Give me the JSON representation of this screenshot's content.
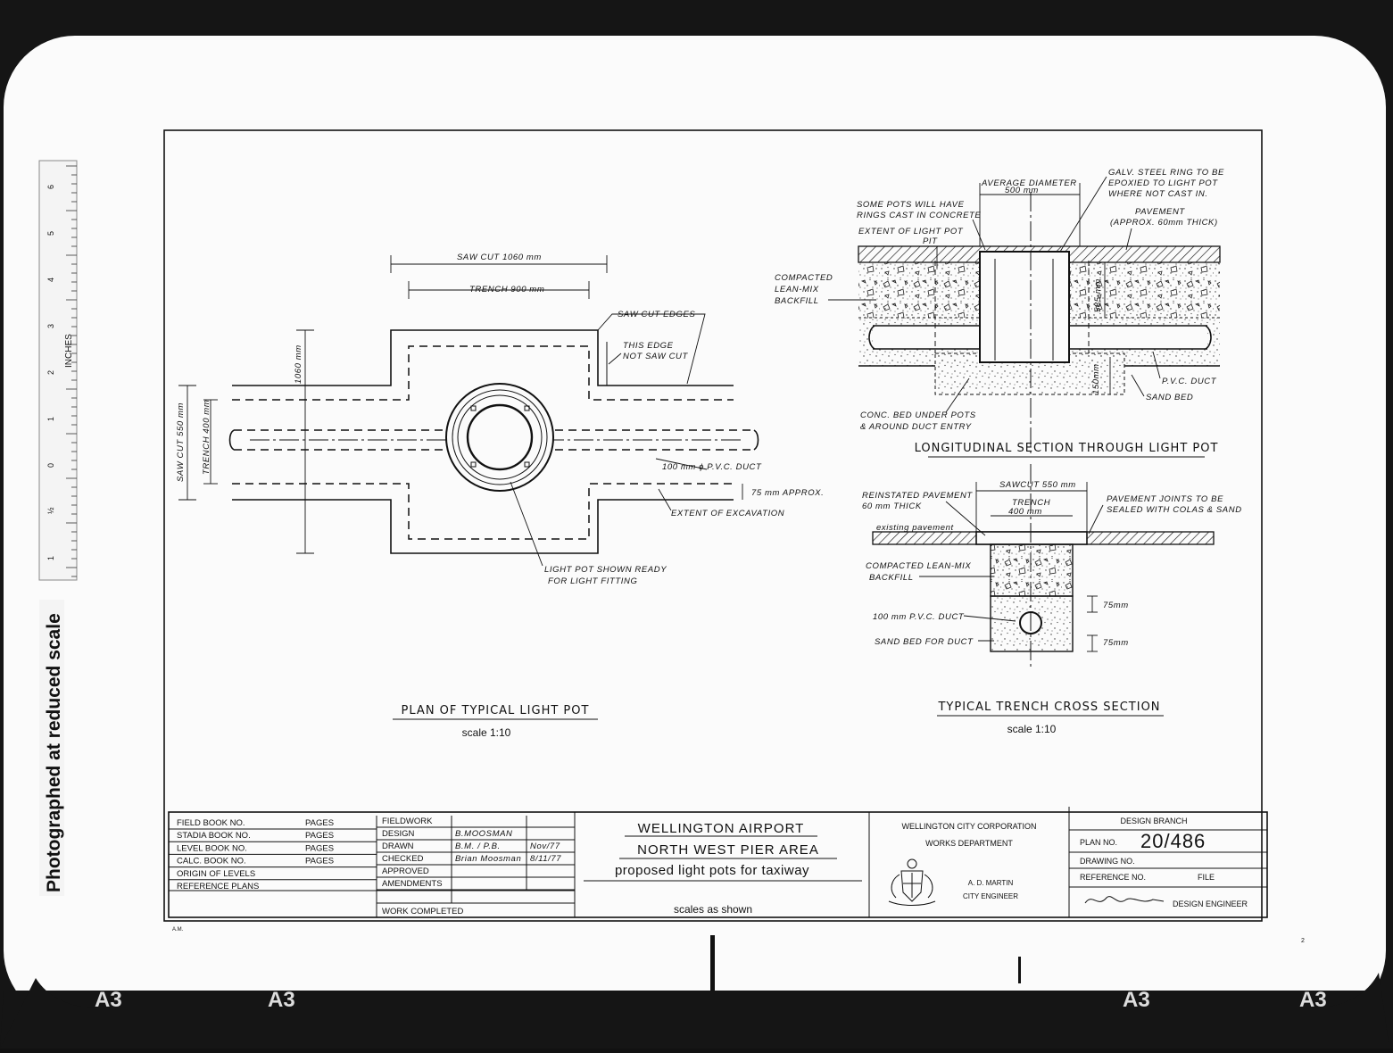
{
  "margin_text": {
    "vertical_caption": "Photographed at reduced scale",
    "ruler_unit": "INCHES",
    "ruler_numbers": [
      "6",
      "5",
      "4",
      "3",
      "2",
      "1",
      "0",
      "½",
      "1"
    ],
    "sheet_marks": [
      "A3",
      "A3",
      "A3",
      "A3"
    ],
    "initials": "A.M.",
    "corner_number": "2"
  },
  "plan_view": {
    "title": "PLAN OF TYPICAL LIGHT POT",
    "scale": "scale 1:10",
    "labels": {
      "saw_cut_1060": "SAW CUT 1060 mm",
      "trench_900": "TRENCH 900 mm",
      "saw_cut_edges": "SAW CUT EDGES",
      "edge_not_cut_1": "THIS EDGE",
      "edge_not_cut_2": "NOT SAW CUT",
      "dim_1060": "1060 mm",
      "saw_cut_550": "SAW CUT 550 mm",
      "trench_400": "TRENCH 400 mm",
      "duct": "100 mm ϕ P.V.C. DUCT",
      "approx_75": "75 mm APPROX.",
      "excavation": "EXTENT OF EXCAVATION",
      "ready_1": "LIGHT POT SHOWN READY",
      "ready_2": "FOR LIGHT FITTING"
    }
  },
  "long_section": {
    "title": "LONGITUDINAL SECTION THROUGH LIGHT POT",
    "labels": {
      "avg_dia_1": "AVERAGE DIAMETER",
      "avg_dia_2": "500 mm",
      "galv_1": "GALV. STEEL RING TO BE",
      "galv_2": "EPOXIED TO LIGHT POT",
      "galv_3": "WHERE NOT CAST IN.",
      "pavement_1": "PAVEMENT",
      "pavement_2": "(APPROX. 60mm THICK)",
      "rings_1": "SOME POTS WILL HAVE",
      "rings_2": "RINGS CAST IN CONCRETE",
      "extent_1": "EXTENT OF LIGHT POT",
      "extent_2": "PIT",
      "compacted_1": "COMPACTED",
      "compacted_2": "LEAN-MIX",
      "compacted_3": "BACKFILL",
      "dim_585": "585 mm",
      "dim_150": "150mm",
      "pvc": "P.V.C. DUCT",
      "sand": "SAND BED",
      "conc_1": "CONC. BED UNDER POTS",
      "conc_2": "& AROUND DUCT ENTRY"
    }
  },
  "cross_section": {
    "title": "TYPICAL TRENCH CROSS SECTION",
    "scale": "scale 1:10",
    "labels": {
      "sawcut": "SAWCUT 550 mm",
      "trench_1": "TRENCH",
      "trench_2": "400 mm",
      "reinst_1": "REINSTATED PAVEMENT",
      "reinst_2": "60 mm THICK",
      "joints_1": "PAVEMENT JOINTS TO BE",
      "joints_2": "SEALED WITH COLAS & SAND",
      "existing": "existing pavement",
      "compacted_1": "COMPACTED LEAN-MIX",
      "compacted_2": "BACKFILL",
      "duct": "100 mm P.V.C. DUCT",
      "sand": "SAND BED FOR DUCT",
      "dim_75a": "75mm",
      "dim_75b": "75mm"
    }
  },
  "title_block": {
    "books": [
      {
        "label": "FIELD BOOK NO.",
        "pages": "PAGES"
      },
      {
        "label": "STADIA BOOK NO.",
        "pages": "PAGES"
      },
      {
        "label": "LEVEL BOOK NO.",
        "pages": "PAGES"
      },
      {
        "label": "CALC. BOOK NO.",
        "pages": "PAGES"
      },
      {
        "label": "ORIGIN OF LEVELS",
        "pages": ""
      },
      {
        "label": "REFERENCE PLANS",
        "pages": ""
      }
    ],
    "signoffs": [
      {
        "role": "FIELDWORK",
        "name": "",
        "date": ""
      },
      {
        "role": "DESIGN",
        "name": "B.MOOSMAN",
        "date": ""
      },
      {
        "role": "DRAWN",
        "name": "B.M. / P.B.",
        "date": "Nov/77"
      },
      {
        "role": "CHECKED",
        "name": "Brian Moosman",
        "date": "8/11/77"
      },
      {
        "role": "APPROVED",
        "name": "",
        "date": ""
      },
      {
        "role": "AMENDMENTS",
        "name": "",
        "date": ""
      }
    ],
    "work_completed": "WORK COMPLETED",
    "project_1": "WELLINGTON AIRPORT",
    "project_2": "NORTH WEST PIER AREA",
    "project_3": "proposed light pots for taxiway",
    "scales": "scales as shown",
    "org_1": "WELLINGTON CITY CORPORATION",
    "org_2": "WORKS DEPARTMENT",
    "engineer_name": "A. D. MARTIN",
    "engineer_title": "CITY ENGINEER",
    "branch": "DESIGN BRANCH",
    "plan_no_label": "PLAN NO.",
    "plan_no": "20/486",
    "drawing_no": "DRAWING NO.",
    "reference_no": "REFERENCE NO.",
    "file": "FILE",
    "design_engineer": "DESIGN ENGINEER"
  }
}
